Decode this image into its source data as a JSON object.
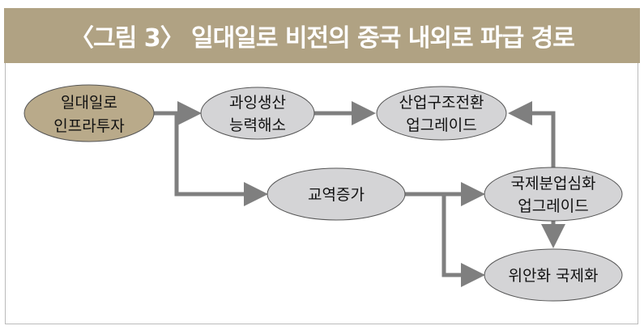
{
  "title": "〈그림 3〉 일대일로 비전의 중국 내외로 파급 경로",
  "nodes": {
    "n1": {
      "line1": "일대일로",
      "line2": "인프라투자"
    },
    "n2": {
      "line1": "과잉생산",
      "line2": "능력해소"
    },
    "n3": {
      "line1": "산업구조전환",
      "line2": "업그레이드"
    },
    "n4": {
      "line1": "교역증가"
    },
    "n5": {
      "line1": "국제분업심화",
      "line2": "업그레이드"
    },
    "n6": {
      "line1": "위안화 국제화"
    }
  },
  "colors": {
    "header": "#b0a283",
    "root": "#b9aa8a",
    "node": "#d4d4d6",
    "arrow": "#7f7f7f"
  }
}
